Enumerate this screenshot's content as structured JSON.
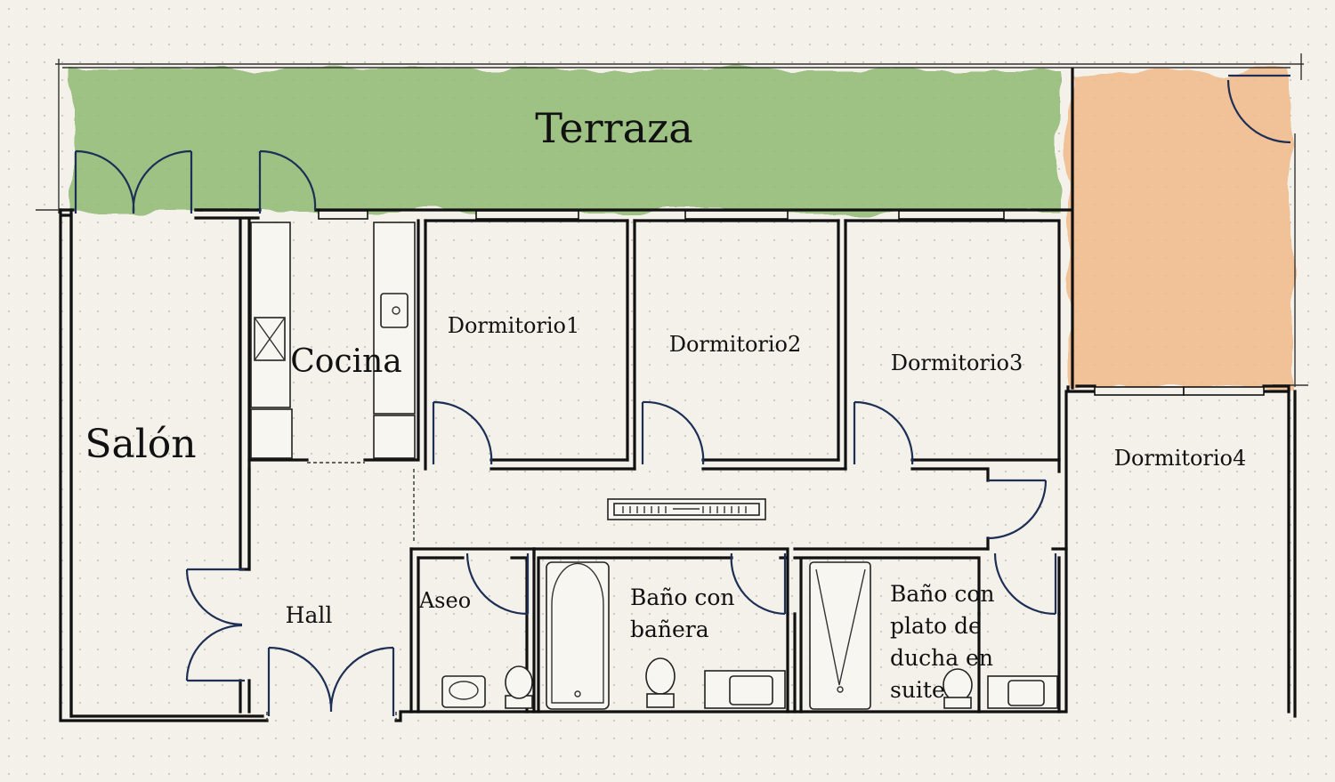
{
  "rooms": {
    "terraza": "Terraza",
    "salon": "Salón",
    "cocina": "Cocina",
    "dormitorio1": "Dormitorio1",
    "dormitorio2": "Dormitorio2",
    "dormitorio3": "Dormitorio3",
    "dormitorio4": "Dormitorio4",
    "hall": "Hall",
    "aseo": "Aseo",
    "bano_banera": [
      "Baño con",
      "bañera"
    ],
    "bano_suite": [
      "Baño con",
      "plato de",
      "ducha en",
      "suite"
    ]
  },
  "colors": {
    "background": "#f4f1ea",
    "terrace_green": "#8fb873",
    "terrace_orange": "#f0b98a",
    "walls": "#111111",
    "doors": "#1d2f55"
  }
}
